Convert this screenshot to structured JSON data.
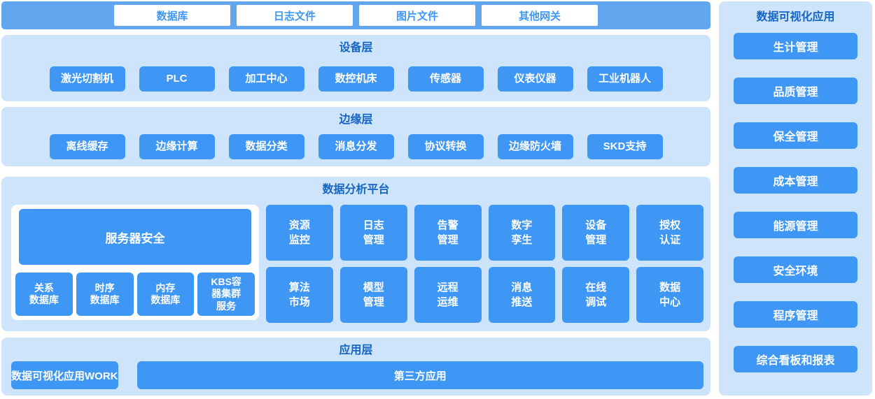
{
  "colors": {
    "accent_blue": "#3E96F5",
    "bar_blue": "#63A6F0",
    "panel_blue": "#CDE4FA",
    "title_blue": "#1565C6",
    "text_on_blue": "#FFFFFF"
  },
  "top_gateways": [
    "数据库",
    "日志文件",
    "图片文件",
    "其他网关"
  ],
  "device_layer": {
    "title": "设备层",
    "items": [
      "激光切割机",
      "PLC",
      "加工中心",
      "数控机床",
      "传感器",
      "仪表仪器",
      "工业机器人"
    ]
  },
  "edge_layer": {
    "title": "边缘层",
    "items": [
      "离线缓存",
      "边缘计算",
      "数据分类",
      "消息分发",
      "协议转换",
      "边缘防火墙",
      "SKD支持"
    ]
  },
  "platform": {
    "title": "数据分析平台",
    "server_box": "服务器安全",
    "db_items": [
      "关系\n数据库",
      "时序\n数据库",
      "内存\n数据库",
      "KBS容\n器集群\n服务"
    ],
    "grid_items": [
      "资源\n监控",
      "日志\n管理",
      "告警\n管理",
      "数字\n孪生",
      "设备\n管理",
      "授权\n认证",
      "算法\n市场",
      "模型\n管理",
      "远程\n运维",
      "消息\n推送",
      "在线\n调试",
      "数据\n中心"
    ]
  },
  "app_layer": {
    "title": "应用层",
    "items": [
      "数据可视化应用WORK",
      "第三方应用"
    ]
  },
  "sidebar": {
    "title": "数据可视化应用",
    "items": [
      "生计管理",
      "品质管理",
      "保全管理",
      "成本管理",
      "能源管理",
      "安全环境",
      "程序管理",
      "综合看板和报表"
    ]
  }
}
